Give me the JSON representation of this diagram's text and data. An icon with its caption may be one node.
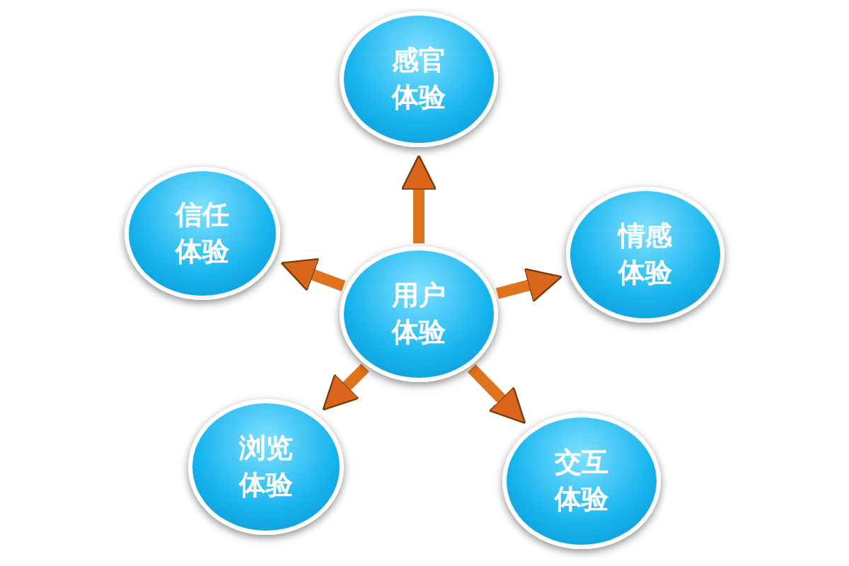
{
  "diagram": {
    "nodes": [
      {
        "text": [
          "用户体验"
        ]
      },
      {
        "text": [
          "感官体验"
        ]
      },
      {
        "text": [
          "信任体验"
        ]
      },
      {
        "text": [
          "情感体验"
        ]
      },
      {
        "text": [
          "浏览体验"
        ]
      },
      {
        "text": [
          "交互体验"
        ]
      }
    ],
    "edges": [
      {
        "from": 0,
        "to": 1,
        "arrow": "to"
      },
      {
        "from": 0,
        "to": 2,
        "arrow": "to"
      },
      {
        "from": 0,
        "to": 3,
        "arrow": "to"
      },
      {
        "from": 0,
        "to": 4,
        "arrow": "to"
      },
      {
        "from": 0,
        "to": 5,
        "arrow": "to"
      }
    ]
  }
}
